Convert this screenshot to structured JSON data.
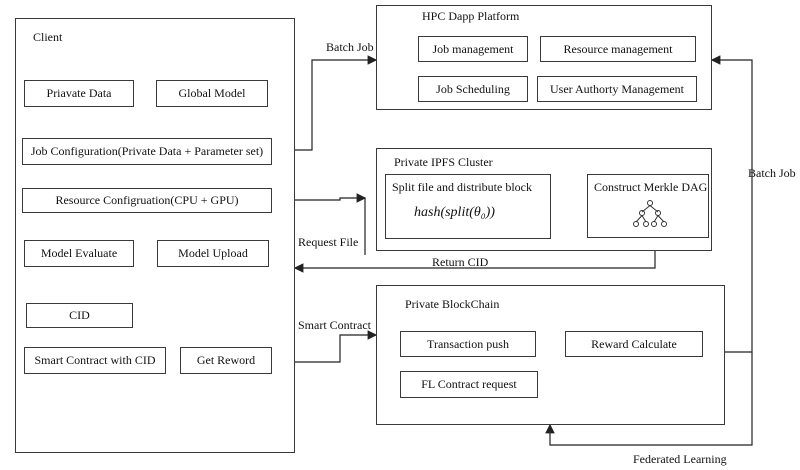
{
  "client": {
    "title": "Client",
    "items": {
      "private_data": "Priavate Data",
      "global_model": "Global Model",
      "job_config": "Job Configuration(Private Data + Parameter set)",
      "resource_config": "Resource Configruation(CPU + GPU)",
      "model_evaluate": "Model Evaluate",
      "model_upload": "Model Upload",
      "cid": "CID",
      "smart_contract_cid": "Smart Contract with CID",
      "get_reword": "Get Reword"
    }
  },
  "hpc": {
    "title": "HPC Dapp Platform",
    "items": {
      "job_management": "Job management",
      "resource_management": "Resource management",
      "job_scheduling": "Job Scheduling",
      "user_authority": "User Authorty Management"
    }
  },
  "ipfs": {
    "title": "Private IPFS Cluster",
    "split_title": "Split file and distribute block",
    "split_formula": "hash(split(θ₀))",
    "merkle": "Construct Merkle DAG"
  },
  "blockchain": {
    "title": "Private BlockChain",
    "items": {
      "transaction_push": "Transaction push",
      "reward_calculate": "Reward Calculate",
      "fl_contract": "FL Contract request"
    }
  },
  "flows": {
    "batch_job_top": "Batch Job",
    "batch_job_right": "Batch Job",
    "request_file": "Request File",
    "return_cid": "Return CID",
    "smart_contract": "Smart Contract",
    "federated_learning": "Federated Learning"
  },
  "icons": {
    "merkle": "merkle-tree-icon",
    "chain": "blockchain-cube-icon"
  }
}
